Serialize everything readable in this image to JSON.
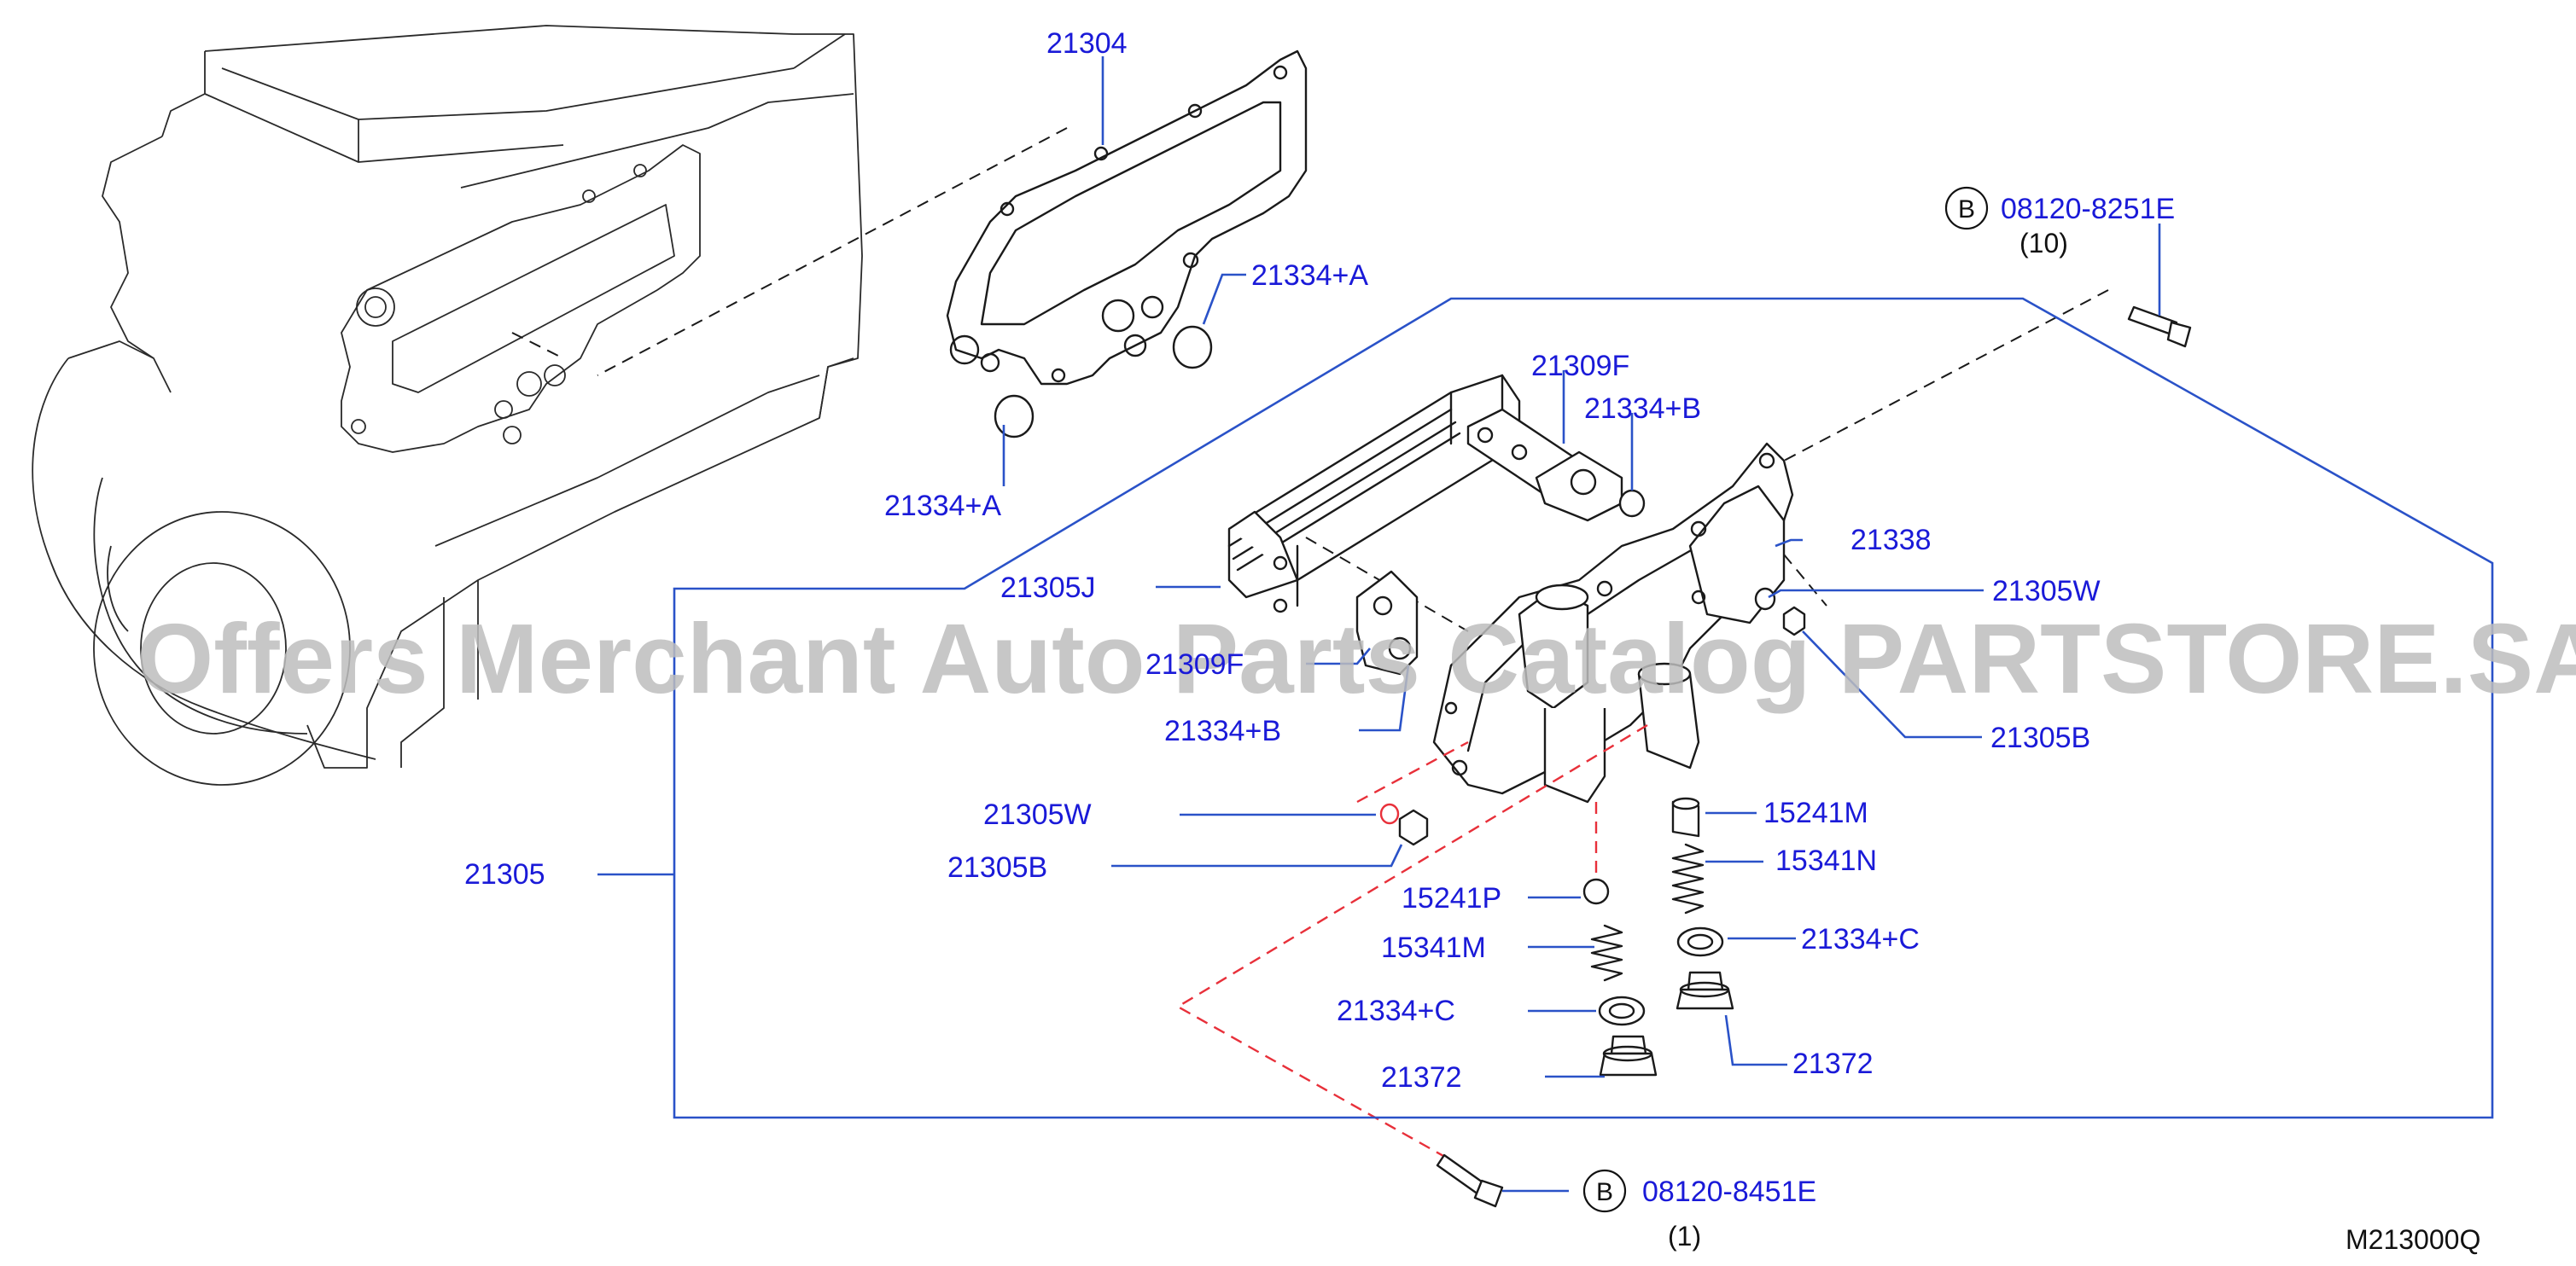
{
  "watermark": "Offers Merchant Auto Parts Catalog PARTSTORE.SA",
  "drawing_code": "M213000Q",
  "callout_marker": "B",
  "labels": {
    "p21304": "21304",
    "p21334A_top": "21334+A",
    "p21334A_bottom": "21334+A",
    "p21309F": "21309F",
    "p21334B_top": "21334+B",
    "p21338": "21338",
    "p21305J": "21305J",
    "p21305W_right": "21305W",
    "p21309F_hidden": "21309F",
    "p21334B_bottom": "21334+B",
    "p21305B_right": "21305B",
    "p21305W_left": "21305W",
    "p15241M": "15241M",
    "p21305B_left": "21305B",
    "p15341N": "15341N",
    "p21305": "21305",
    "p15241P": "15241P",
    "p21334C_right": "21334+C",
    "p15341M": "15341M",
    "p21334C_left": "21334+C",
    "p21372_right": "21372",
    "p21372_left": "21372"
  },
  "bolts": {
    "top": {
      "part": "08120-8251E",
      "qty": "(10)"
    },
    "bottom": {
      "part": "08120-8451E",
      "qty": "(1)"
    }
  },
  "colors": {
    "part_number": "#1a1ad8",
    "leader": "#2a52c8",
    "hidden_line": "#e8303a",
    "drawing": "#1a1a1a",
    "watermark": "#bdbdbd"
  }
}
